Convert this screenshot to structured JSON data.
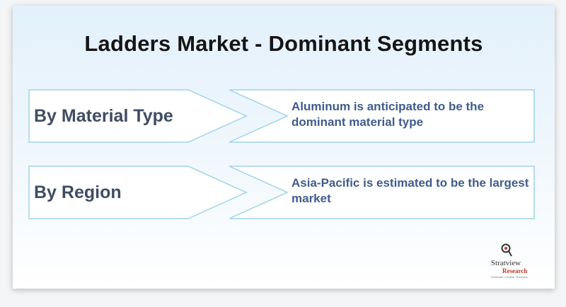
{
  "title": "Ladders Market - Dominant Segments",
  "segments": [
    {
      "label": "By Material Type",
      "description": "Aluminum is anticipated to be the dominant material type"
    },
    {
      "label": "By Region",
      "description": "Asia-Pacific is estimated to be the largest market"
    }
  ],
  "logo": {
    "name": "Stratview",
    "sub": "Research",
    "tagline": "Dominate. Confirm. Succeed."
  },
  "colors": {
    "title": "#151515",
    "label": "#3f4d63",
    "description": "#3f5c8c",
    "border": "#9fd3ea",
    "logo_accent": "#c0392b"
  },
  "icons": {
    "logo_mark": "magnifier-logo-icon"
  }
}
